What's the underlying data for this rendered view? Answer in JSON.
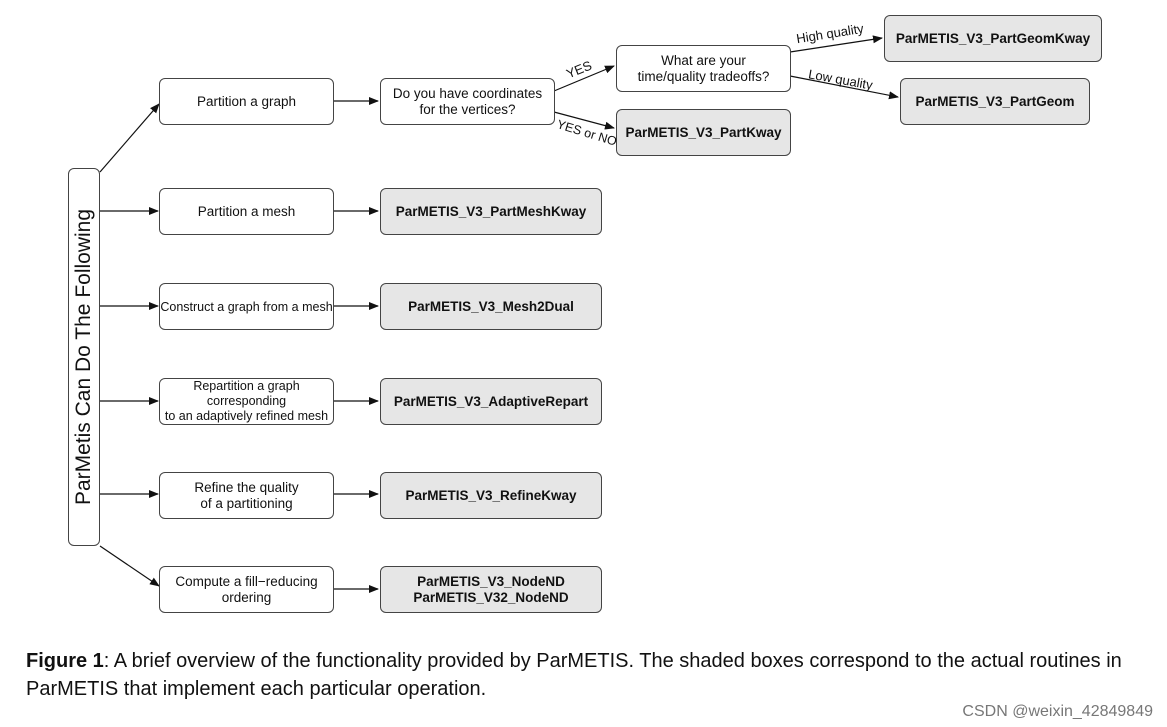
{
  "root": {
    "label": "ParMetis Can Do The Following"
  },
  "operations": [
    {
      "label": "Partition a graph"
    },
    {
      "label": "Partition a mesh"
    },
    {
      "label": "Construct a graph from a mesh"
    },
    {
      "label": "Repartition a graph corresponding\nto an adaptively refined mesh"
    },
    {
      "label": "Refine the quality\nof a partitioning"
    },
    {
      "label": "Compute a fill−reducing\nordering"
    }
  ],
  "questions": {
    "coordinates": "Do you have coordinates\nfor the vertices?",
    "tradeoffs": "What are your\ntime/quality tradeoffs?"
  },
  "routines": {
    "part_geom_kway": "ParMETIS_V3_PartGeomKway",
    "part_geom": "ParMETIS_V3_PartGeom",
    "part_kway": "ParMETIS_V3_PartKway",
    "part_mesh_kway": "ParMETIS_V3_PartMeshKway",
    "mesh2dual": "ParMETIS_V3_Mesh2Dual",
    "adaptive_repart": "ParMETIS_V3_AdaptiveRepart",
    "refine_kway": "ParMETIS_V3_RefineKway",
    "node_nd": "ParMETIS_V3_NodeND\nParMETIS_V32_NodeND"
  },
  "edge_labels": {
    "yes": "YES",
    "yes_or_no": "YES or NO",
    "high_quality": "High quality",
    "low_quality": "Low quality"
  },
  "caption": {
    "label": "Figure 1",
    "text": ":  A brief overview of the functionality provided by ParMETIS. The shaded boxes correspond to the actual routines in ParMETIS that implement each particular operation."
  },
  "watermark": "CSDN @weixin_42849849"
}
